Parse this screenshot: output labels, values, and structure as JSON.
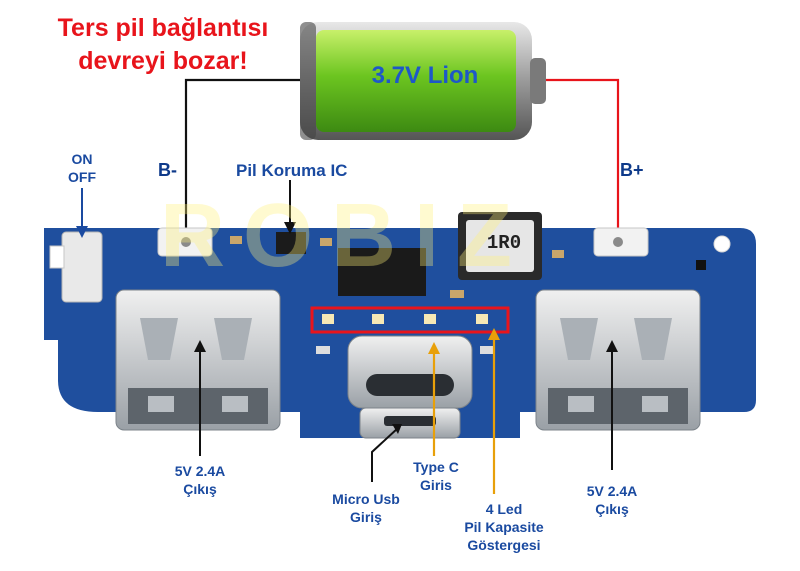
{
  "warning": {
    "line1": "Ters pil bağlantısı",
    "line2": "devreyi bozar!"
  },
  "battery": {
    "label": "3.7V Lion"
  },
  "terminals": {
    "negative": "B-",
    "positive": "B+"
  },
  "switch": {
    "line1": "ON",
    "line2": "OFF"
  },
  "protection_ic": {
    "label": "Pil Koruma IC"
  },
  "inductor": {
    "marking": "1R0"
  },
  "outputs": {
    "left": {
      "line1": "5V 2.4A",
      "line2": "Çıkış"
    },
    "right": {
      "line1": "5V 2.4A",
      "line2": "Çıkış"
    }
  },
  "micro_usb": {
    "line1": "Micro Usb",
    "line2": "Giriş"
  },
  "type_c": {
    "line1": "Type C",
    "line2": "Giris"
  },
  "leds": {
    "line1": "4 Led",
    "line2": "Pil Kapasite",
    "line3": "Göstergesi"
  },
  "watermark": "ROBIZ",
  "colors": {
    "pcb": "#1f4f9e",
    "warning_text": "#e8141b",
    "label_text": "#1a4aa0",
    "wire_negative": "#111111",
    "wire_positive": "#e8141b",
    "battery_green": "#5fbf1e",
    "highlight_box": "#e8141b"
  }
}
